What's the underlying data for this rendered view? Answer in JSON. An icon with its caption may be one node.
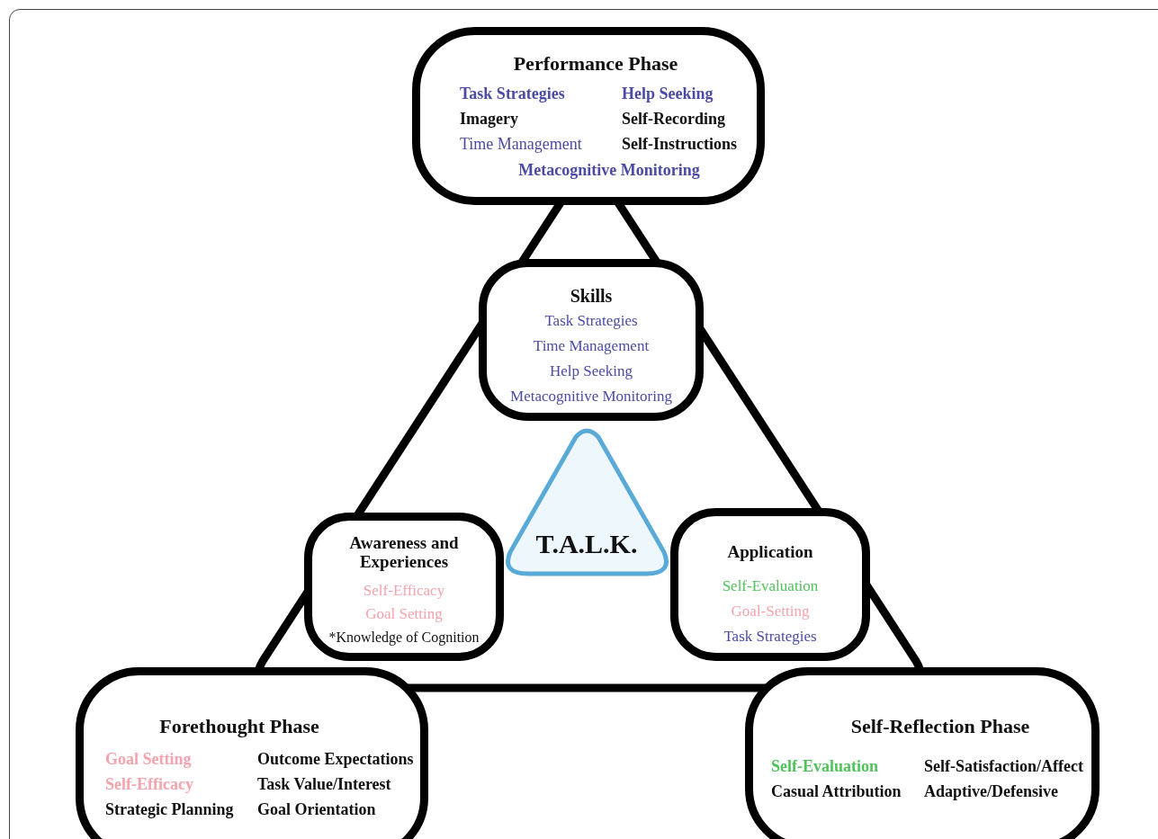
{
  "diagram": {
    "nodes": [
      {
        "text": [
          "Performance Phase",
          "Task Strategies",
          "Help Seeking",
          "Imagery",
          "Self-Recording",
          "Time Management",
          "Self-Instructions",
          "Metacognitive Monitoring"
        ]
      },
      {
        "text": [
          "Skills",
          "Task Strategies",
          "Time Management",
          "Help Seeking",
          "Metacognitive Monitoring"
        ]
      },
      {
        "text": [
          "T.A.L.K."
        ]
      },
      {
        "text": [
          "Awareness and Experiences",
          "Self-Efficacy",
          "Goal Setting",
          "*Knowledge of Cognition"
        ]
      },
      {
        "text": [
          "Application",
          "Self-Evaluation",
          "Goal-Setting",
          "Task Strategies"
        ]
      },
      {
        "text": [
          "Forethought Phase",
          "Goal Setting",
          "Outcome Expectations",
          "Self-Efficacy",
          "Task Value/Interest",
          "Strategic Planning",
          "Goal Orientation"
        ]
      },
      {
        "text": [
          "Self-Reflection Phase",
          "Self-Evaluation",
          "Self-Satisfaction/Affect",
          "Casual Attribution",
          "Adaptive/Defensive"
        ]
      }
    ]
  }
}
